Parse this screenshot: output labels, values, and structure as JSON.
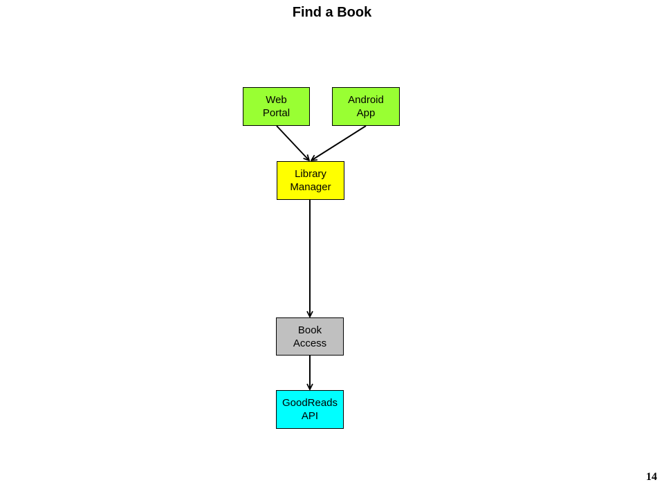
{
  "title": "Find a Book",
  "nodes": {
    "web_portal": {
      "line1": "Web",
      "line2": "Portal",
      "color": "#99ff33"
    },
    "android_app": {
      "line1": "Android",
      "line2": "App",
      "color": "#99ff33"
    },
    "library_manager": {
      "line1": "Library",
      "line2": "Manager",
      "color": "#ffff00"
    },
    "book_access": {
      "line1": "Book",
      "line2": "Access",
      "color": "#c0c0c0"
    },
    "goodreads_api": {
      "line1": "GoodReads",
      "line2": "API",
      "color": "#00ffff"
    }
  },
  "edges": [
    {
      "from": "Web Portal",
      "to": "Library Manager"
    },
    {
      "from": "Android App",
      "to": "Library Manager"
    },
    {
      "from": "Library Manager",
      "to": "Book Access"
    },
    {
      "from": "Book Access",
      "to": "GoodReads API"
    }
  ],
  "page_number": "14"
}
